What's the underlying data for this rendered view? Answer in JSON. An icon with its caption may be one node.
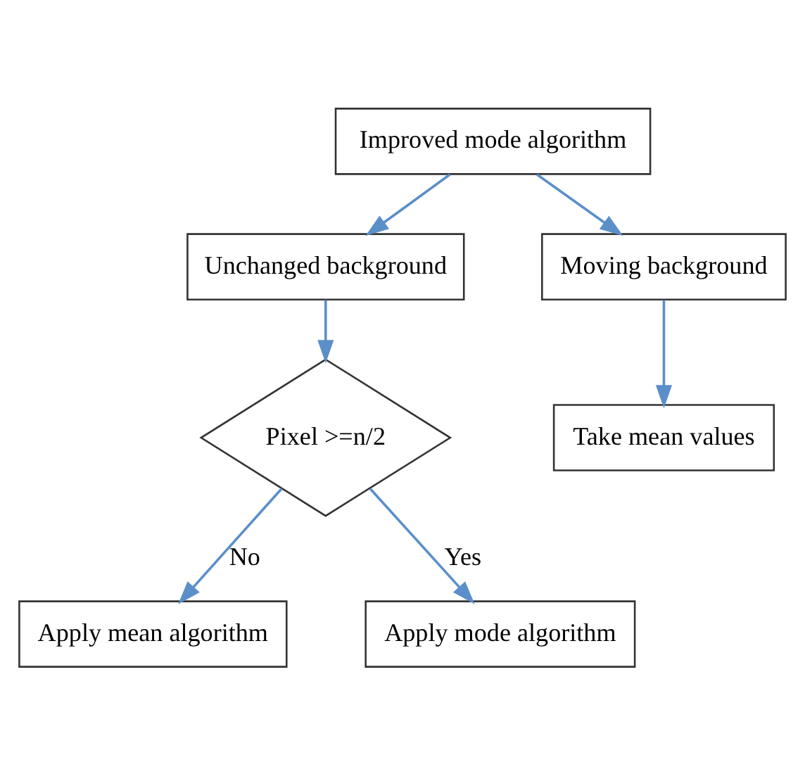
{
  "diagram": {
    "nodes": [
      {
        "text": [
          "Improved mode algorithm"
        ]
      },
      {
        "text": [
          "Unchanged background"
        ]
      },
      {
        "text": [
          "Moving background"
        ]
      },
      {
        "text": [
          "Pixel >=n/2"
        ]
      },
      {
        "text": [
          "Take mean values"
        ]
      },
      {
        "text": [
          "Apply mean algorithm"
        ]
      },
      {
        "text": [
          "Apply mode algorithm"
        ]
      }
    ],
    "edges": [
      {
        "from": 0,
        "to": 1,
        "arrow": "to"
      },
      {
        "from": 0,
        "to": 2,
        "arrow": "to"
      },
      {
        "from": 1,
        "to": 3,
        "arrow": "to"
      },
      {
        "from": 2,
        "to": 4,
        "arrow": "to"
      },
      {
        "from": 3,
        "to": 5,
        "arrow": "to",
        "label": "No"
      },
      {
        "from": 3,
        "to": 6,
        "arrow": "to",
        "label": "Yes"
      }
    ]
  }
}
